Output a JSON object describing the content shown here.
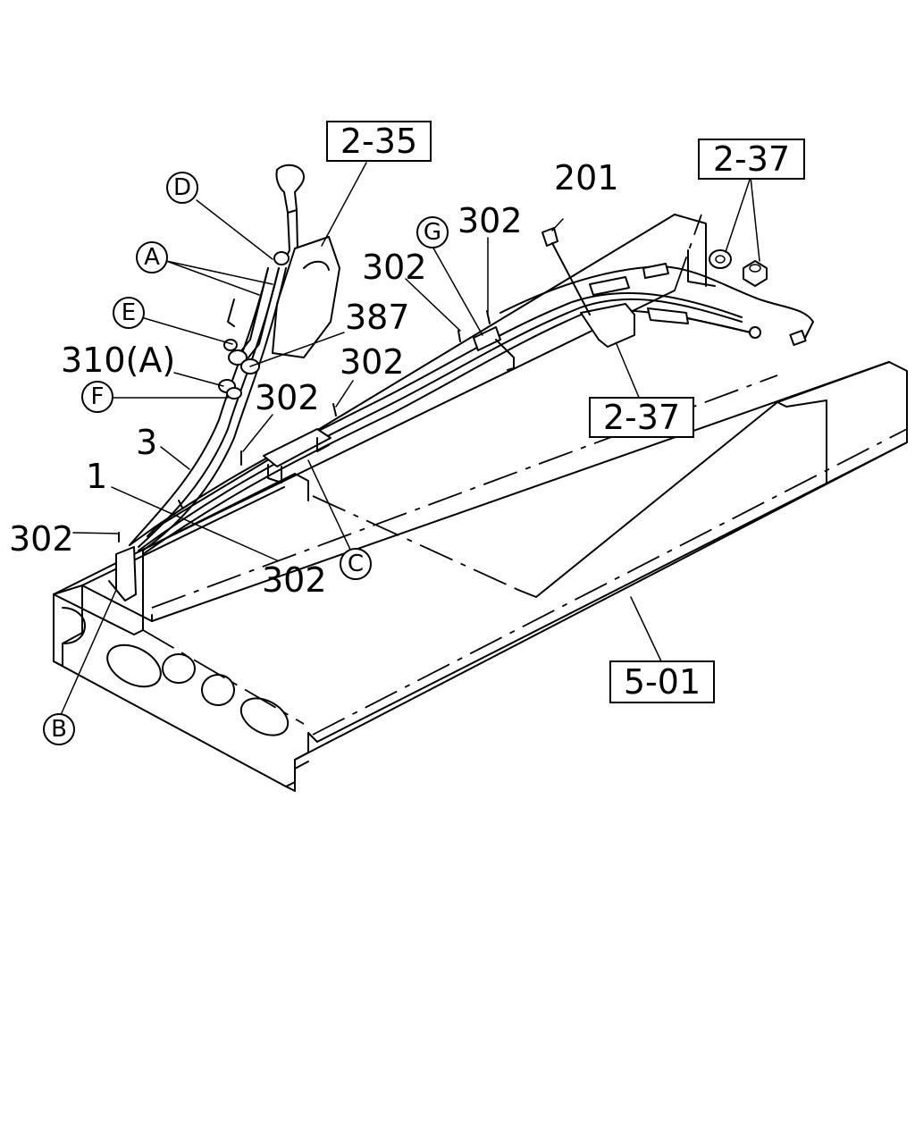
{
  "ref_boxes": {
    "top_center": "2-35",
    "top_right": "2-37",
    "mid_right": "2-37",
    "bottom": "5-01"
  },
  "circle_labels": {
    "A": "A",
    "B": "B",
    "C": "C",
    "D": "D",
    "E": "E",
    "F": "F",
    "G": "G"
  },
  "part_numbers": {
    "p201": "201",
    "p302_a": "302",
    "p302_b": "302",
    "p302_c": "302",
    "p302_d": "302",
    "p302_e": "302",
    "p302_f": "302",
    "p387": "387",
    "p310a": "310(A)",
    "p3": "3",
    "p1": "1"
  }
}
